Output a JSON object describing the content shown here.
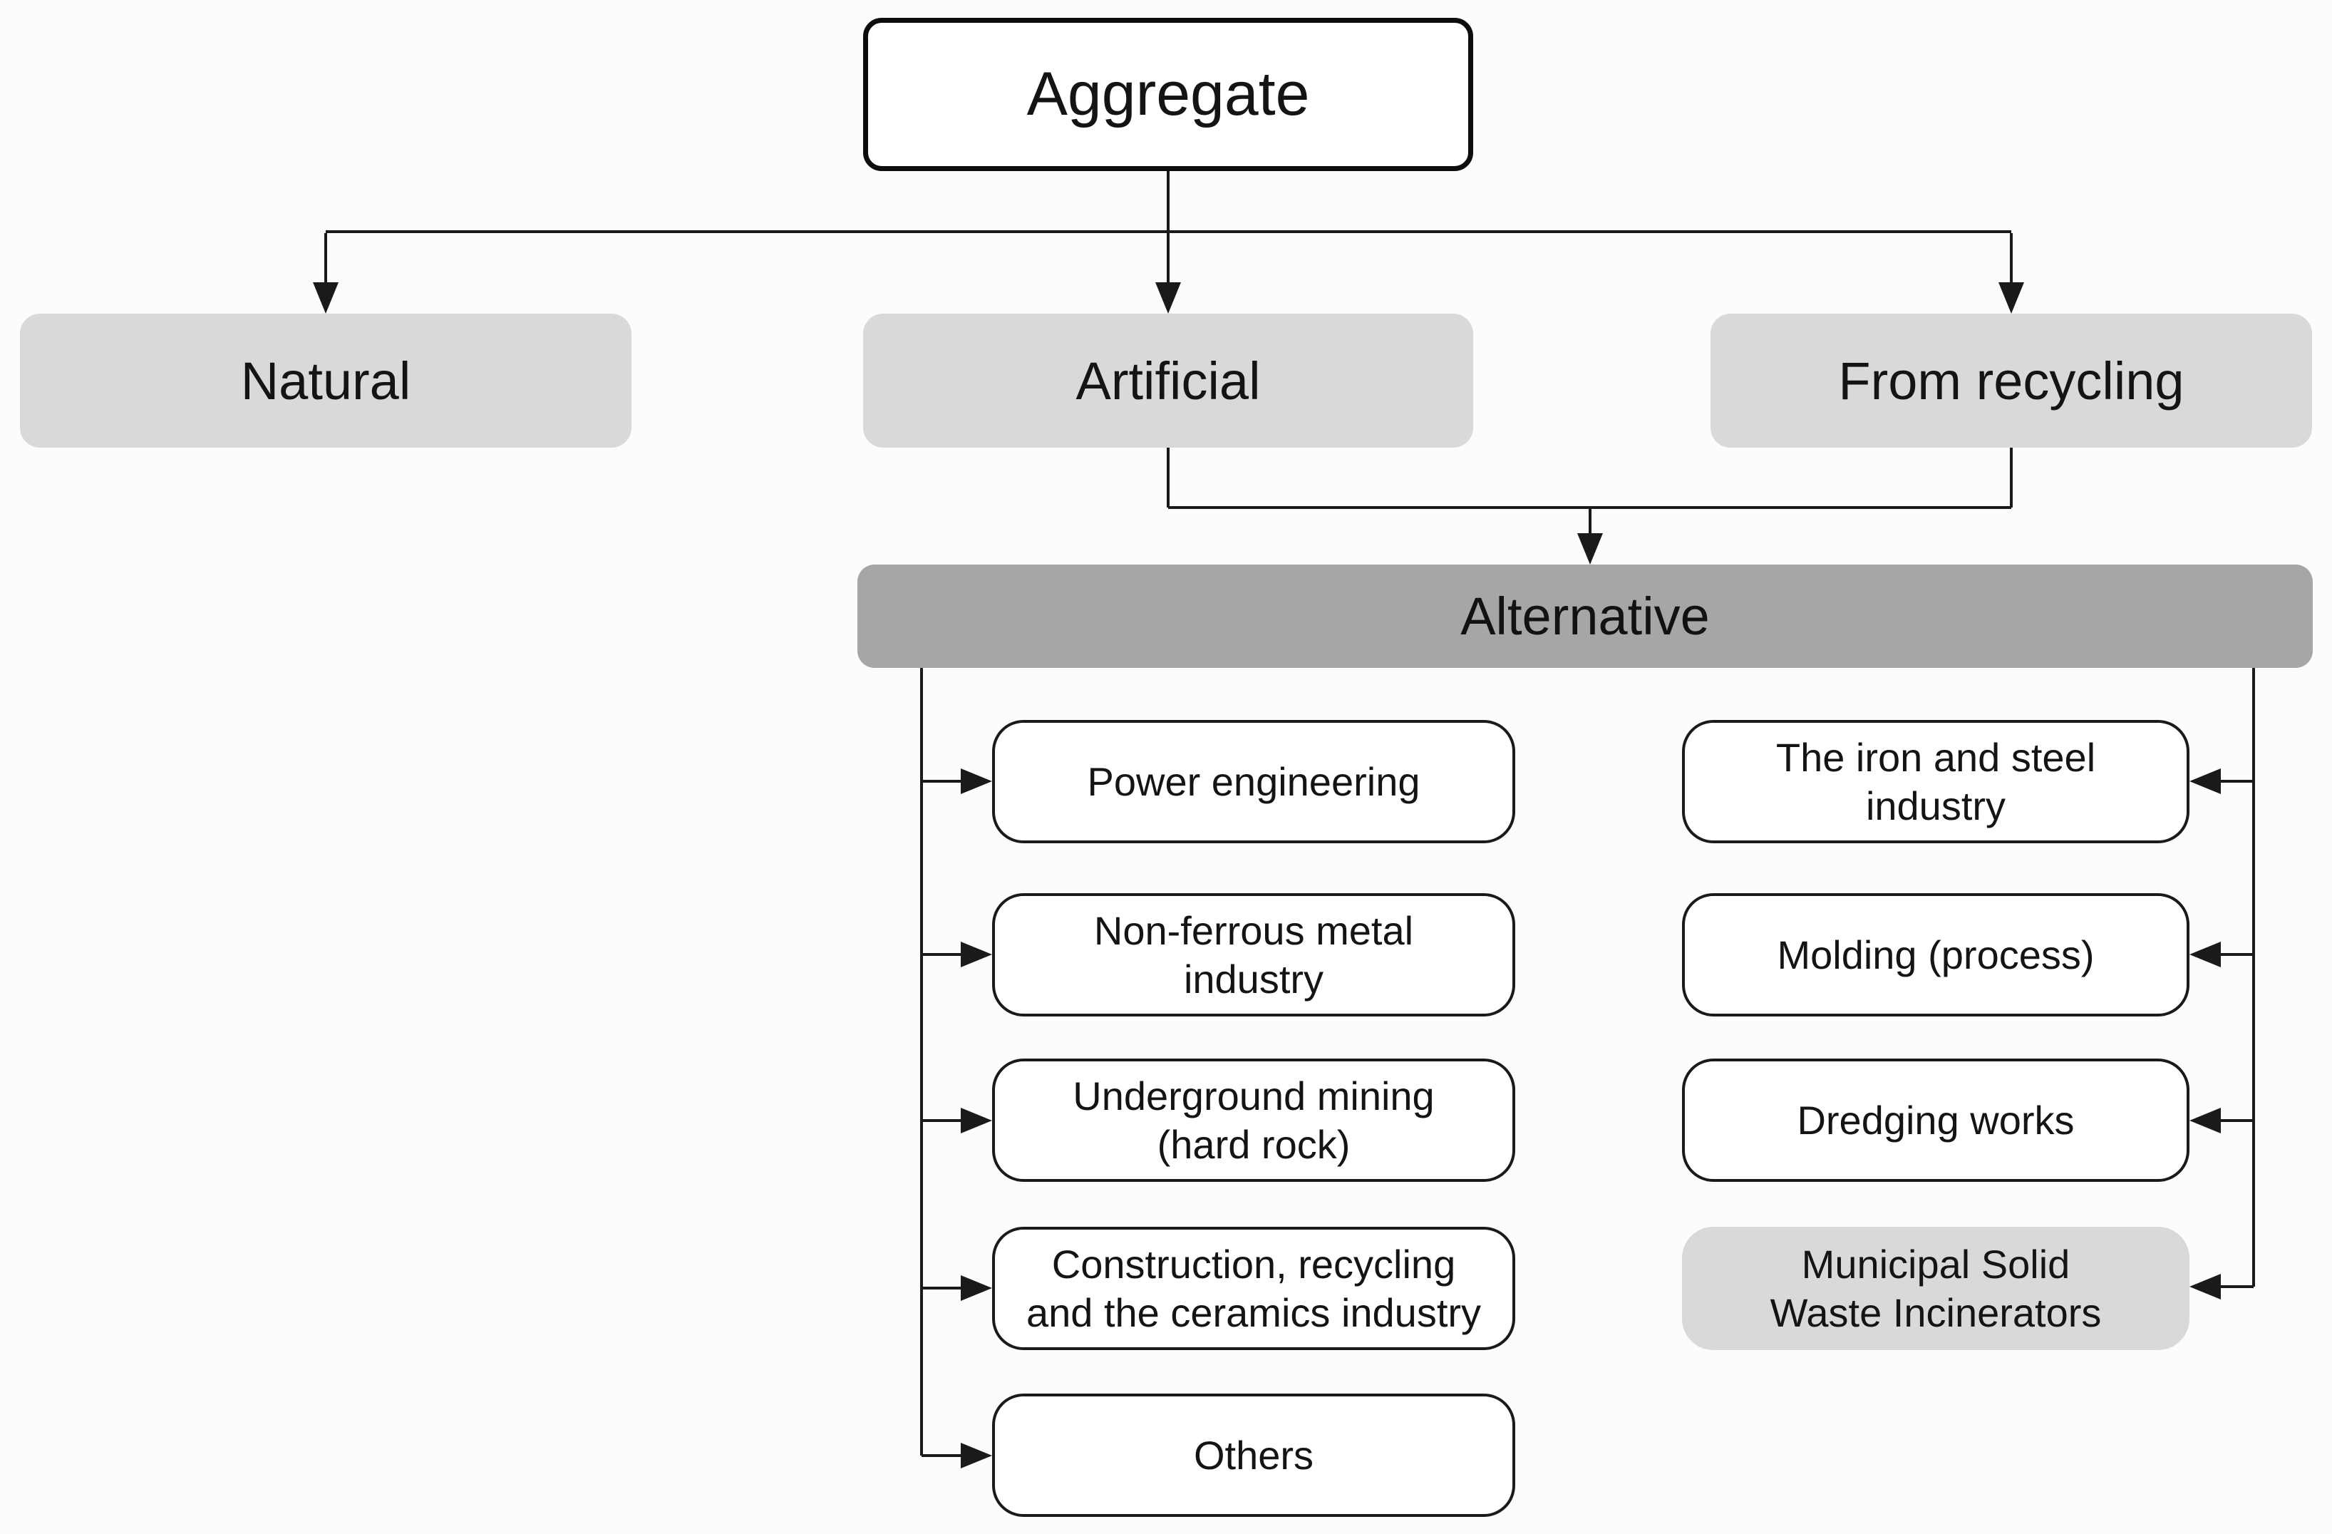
{
  "diagram": {
    "root": {
      "label": "Aggregate"
    },
    "level2": [
      {
        "id": "natural",
        "label": "Natural"
      },
      {
        "id": "artificial",
        "label": "Artificial"
      },
      {
        "id": "from-recycling",
        "label": "From recycling"
      }
    ],
    "alternative": {
      "label": "Alternative"
    },
    "children_left": [
      "Power engineering",
      "Non-ferrous metal\nindustry",
      "Underground mining\n(hard rock)",
      "Construction, recycling\nand the ceramics industry",
      "Others"
    ],
    "children_right": [
      "The iron and steel\nindustry",
      "Molding (process)",
      "Dredging works",
      "Municipal Solid\nWaste Incinerators"
    ],
    "colors": {
      "light_box": "#d9d9d9",
      "dark_bar": "#a6a6a6",
      "line": "#1a1a1a",
      "border": "#0d0d0d",
      "background": "#fcfcfc"
    }
  }
}
